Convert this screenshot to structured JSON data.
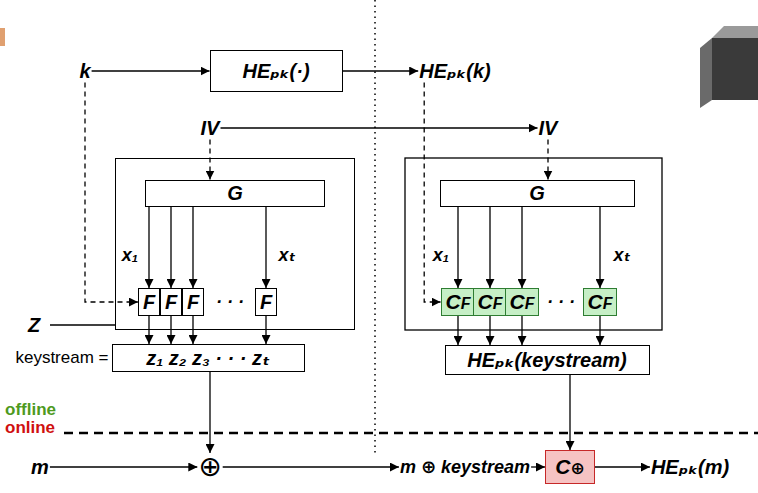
{
  "diagram": {
    "nodes": [
      {
        "text": [
          "k"
        ]
      },
      {
        "text": [
          "HEₚₖ(·)"
        ]
      },
      {
        "text": [
          "HEₚₖ(k)"
        ]
      },
      {
        "text": [
          "IV"
        ]
      },
      {
        "text": [
          "IV"
        ]
      },
      {
        "text": [
          "Z"
        ]
      },
      {
        "text": [
          "G"
        ],
        "in": 5
      },
      {
        "text": [
          "F"
        ],
        "in": 5
      },
      {
        "text": [
          "F"
        ],
        "in": 5
      },
      {
        "text": [
          "F"
        ],
        "in": 5
      },
      {
        "text": [
          "F"
        ],
        "in": 5
      },
      {
        "text": [
          "keystream =",
          "z₁ z₂ z₃ · · · zₜ"
        ]
      },
      {
        "text": [
          "G"
        ]
      },
      {
        "text": [
          "CF"
        ]
      },
      {
        "text": [
          "CF"
        ]
      },
      {
        "text": [
          "CF"
        ]
      },
      {
        "text": [
          "CF"
        ]
      },
      {
        "text": [
          "HEₚₖ(keystream)"
        ]
      },
      {
        "text": [
          "m"
        ]
      },
      {
        "text": [
          "⊕"
        ]
      },
      {
        "text": [
          "m ⊕ keystream"
        ]
      },
      {
        "text": [
          "C⊕"
        ]
      },
      {
        "text": [
          "HEₚₖ(m)"
        ]
      }
    ],
    "edges": [
      {
        "from": 0,
        "to": 1,
        "arrow": "to"
      },
      {
        "from": 1,
        "to": 2,
        "arrow": "to"
      },
      {
        "from": 3,
        "to": 4,
        "arrow": "to"
      },
      {
        "from": 0,
        "to": 7,
        "arrow": "to"
      },
      {
        "from": 3,
        "to": 6,
        "arrow": "to"
      },
      {
        "from": 6,
        "to": 7,
        "arrow": "to"
      },
      {
        "from": 6,
        "to": 8,
        "arrow": "to"
      },
      {
        "from": 6,
        "to": 9,
        "arrow": "to"
      },
      {
        "from": 6,
        "to": 10,
        "arrow": "to"
      },
      {
        "from": 7,
        "to": 11,
        "arrow": "to"
      },
      {
        "from": 8,
        "to": 11,
        "arrow": "to"
      },
      {
        "from": 9,
        "to": 11,
        "arrow": "to"
      },
      {
        "from": 10,
        "to": 11,
        "arrow": "to"
      },
      {
        "from": 2,
        "to": 13,
        "arrow": "to"
      },
      {
        "from": 4,
        "to": 12,
        "arrow": "to"
      },
      {
        "from": 12,
        "to": 13,
        "arrow": "to"
      },
      {
        "from": 12,
        "to": 14,
        "arrow": "to"
      },
      {
        "from": 12,
        "to": 15,
        "arrow": "to"
      },
      {
        "from": 12,
        "to": 16,
        "arrow": "to"
      },
      {
        "from": 13,
        "to": 17,
        "arrow": "to"
      },
      {
        "from": 14,
        "to": 17,
        "arrow": "to"
      },
      {
        "from": 15,
        "to": 17,
        "arrow": "to"
      },
      {
        "from": 16,
        "to": 17,
        "arrow": "to"
      },
      {
        "from": 11,
        "to": 19,
        "arrow": "to"
      },
      {
        "from": 18,
        "to": 19,
        "arrow": "to"
      },
      {
        "from": 19,
        "to": 20,
        "arrow": "to"
      },
      {
        "from": 20,
        "to": 21,
        "arrow": "to"
      },
      {
        "from": 17,
        "to": 21,
        "arrow": "to"
      },
      {
        "from": 21,
        "to": 22,
        "arrow": "to"
      }
    ],
    "labels": [
      "x₁",
      "xₜ",
      "· · ·",
      "x₁",
      "xₜ",
      "· · ·",
      "offline",
      "online"
    ]
  }
}
